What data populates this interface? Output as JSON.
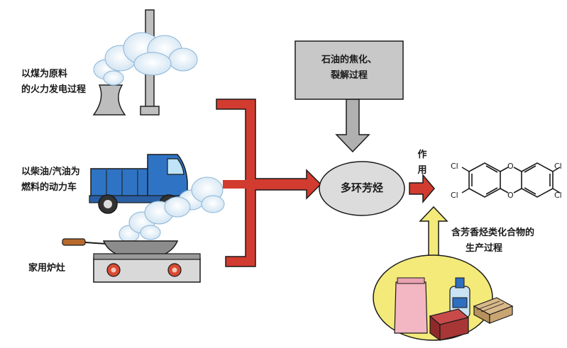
{
  "sources": [
    {
      "label_lines": [
        "以煤为原料",
        "的火力发电过程"
      ]
    },
    {
      "label_lines": [
        "以柴油/汽油为",
        "燃料的动力车"
      ]
    },
    {
      "label_lines": [
        "家用炉灶"
      ]
    }
  ],
  "process_box": {
    "label_lines": [
      "石油的焦化、",
      "裂解过程"
    ]
  },
  "center_node": {
    "label": "多环芳烃"
  },
  "action": {
    "label_lines": [
      "作",
      "用"
    ]
  },
  "molecule": {
    "atom_cl": "Cl",
    "atom_o": "O"
  },
  "products": {
    "label_lines": [
      "含芳香烃类化合物的",
      "生产过程"
    ]
  },
  "colors": {
    "arrow_red": "#d23b2f",
    "arrow_gray": "#b0b0b0",
    "ellipse_gray": "#dcdcdc",
    "box_gray": "#c8c8c8",
    "products_yellow": "#f3ea7a",
    "truck_blue": "#2f74c4"
  },
  "icons": [
    "power-plant-icon",
    "truck-icon",
    "stove-icon",
    "product-bottle-icon"
  ]
}
